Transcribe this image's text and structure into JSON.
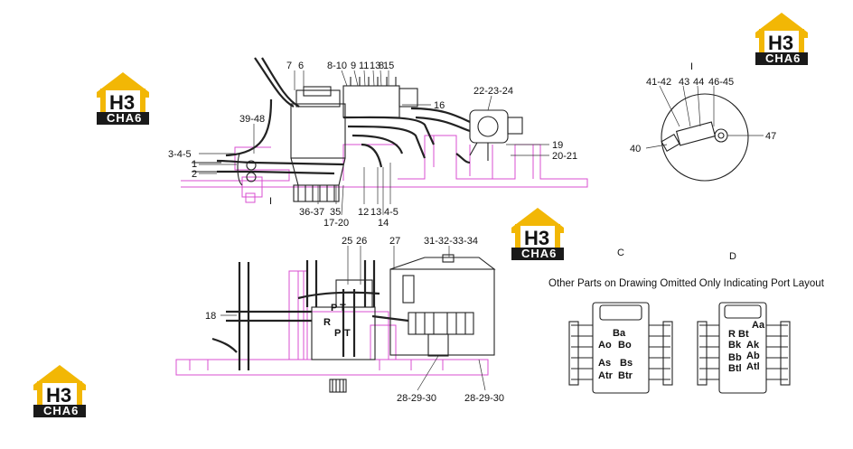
{
  "logos": [
    {
      "id": "logo-top-right",
      "mark": "H3",
      "caption": "CHA6"
    },
    {
      "id": "logo-left-top",
      "mark": "H3",
      "caption": "CHA6"
    },
    {
      "id": "logo-center",
      "mark": "H3",
      "caption": "CHA6"
    },
    {
      "id": "logo-left-bottom",
      "mark": "H3",
      "caption": "CHA6"
    }
  ],
  "colors": {
    "logo_yellow": "#f2b705",
    "logo_dark": "#1a1a1a",
    "outline_magenta": "#d94fd0",
    "ink": "#222222"
  },
  "top_view": {
    "labels": [
      "7",
      "6",
      "8-10",
      "9",
      "11",
      "13",
      "8",
      "15",
      "16",
      "22-23-24",
      "39-48",
      "3-4-5",
      "1",
      "2",
      "19",
      "20-21",
      "36-37",
      "35",
      "17-20",
      "12",
      "13",
      "4-5",
      "14"
    ],
    "section_mark_bottom": "I"
  },
  "detail_I": {
    "title": "I",
    "labels": [
      "41-42",
      "43",
      "44",
      "46-45",
      "40",
      "47"
    ]
  },
  "bottom_view": {
    "labels": [
      "25",
      "26",
      "27",
      "31-32-33-34",
      "18",
      "28-29-30",
      "28-29-30"
    ],
    "port_labels": [
      "P",
      "T",
      "R",
      "P",
      "T"
    ]
  },
  "view_C": {
    "title": "C",
    "ports": [
      "Ba",
      "Ao",
      "Bo",
      "As",
      "Bs",
      "Atr",
      "Btr"
    ]
  },
  "view_D": {
    "title": "D",
    "ports": [
      "Aa",
      "R",
      "Bt",
      "Bk",
      "Ak",
      "Bb",
      "Ab",
      "Btl",
      "Atl"
    ]
  },
  "note": "Other Parts on Drawing Omitted Only Indicating Port Layout"
}
